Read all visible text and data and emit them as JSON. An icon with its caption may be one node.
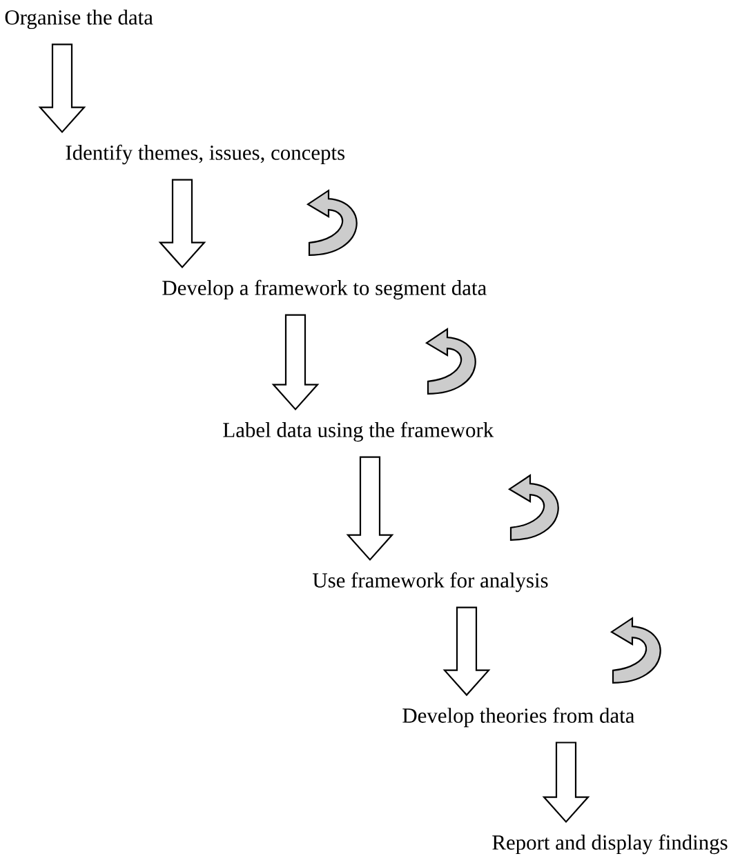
{
  "diagram": {
    "nodes": [
      {
        "text": [
          "Organise the data"
        ]
      },
      {
        "text": [
          "Identify themes, issues, concepts"
        ]
      },
      {
        "text": [
          "Develop a framework to segment data"
        ]
      },
      {
        "text": [
          "Label data using the framework"
        ]
      },
      {
        "text": [
          "Use framework for analysis"
        ]
      },
      {
        "text": [
          "Develop theories from data"
        ]
      },
      {
        "text": [
          "Report and display findings"
        ]
      }
    ],
    "edges": [
      {
        "from": 0,
        "to": 1,
        "arrow": "to"
      },
      {
        "from": 1,
        "to": 2,
        "arrow": "to"
      },
      {
        "from": 2,
        "to": 1,
        "arrow": "to"
      },
      {
        "from": 2,
        "to": 3,
        "arrow": "to"
      },
      {
        "from": 3,
        "to": 2,
        "arrow": "to"
      },
      {
        "from": 3,
        "to": 4,
        "arrow": "to"
      },
      {
        "from": 4,
        "to": 3,
        "arrow": "to"
      },
      {
        "from": 4,
        "to": 5,
        "arrow": "to"
      },
      {
        "from": 5,
        "to": 4,
        "arrow": "to"
      },
      {
        "from": 5,
        "to": 6,
        "arrow": "to"
      }
    ]
  }
}
